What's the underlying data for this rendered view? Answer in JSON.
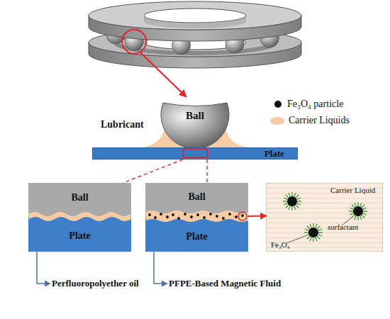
{
  "diagram": {
    "nodes": [
      {
        "text": [
          "Ball"
        ]
      },
      {
        "text": [
          "Plate"
        ]
      },
      {
        "text": [
          "Ball"
        ]
      },
      {
        "text": [
          "Plate"
        ]
      },
      {
        "text": [
          "Ball"
        ]
      },
      {
        "text": [
          "Plate"
        ]
      },
      {
        "text": [
          "Carrier Liquid",
          "surfactant",
          "Fe₃O₄"
        ]
      }
    ],
    "edges": [
      {
        "from": 1,
        "to": 2,
        "arrow": "none"
      },
      {
        "from": 1,
        "to": 4,
        "arrow": "none"
      },
      {
        "from": 5,
        "to": 6,
        "arrow": "to"
      }
    ],
    "labels": [
      "Lubricant",
      "Perfluoropolyether oil",
      "PFPE-Based Magnetic Fluid"
    ],
    "legend": [
      {
        "text": "Fe₃O₄ particle",
        "color": "#111111"
      },
      {
        "text": "Carrier Liquids",
        "color": "#f7cba4"
      }
    ]
  }
}
